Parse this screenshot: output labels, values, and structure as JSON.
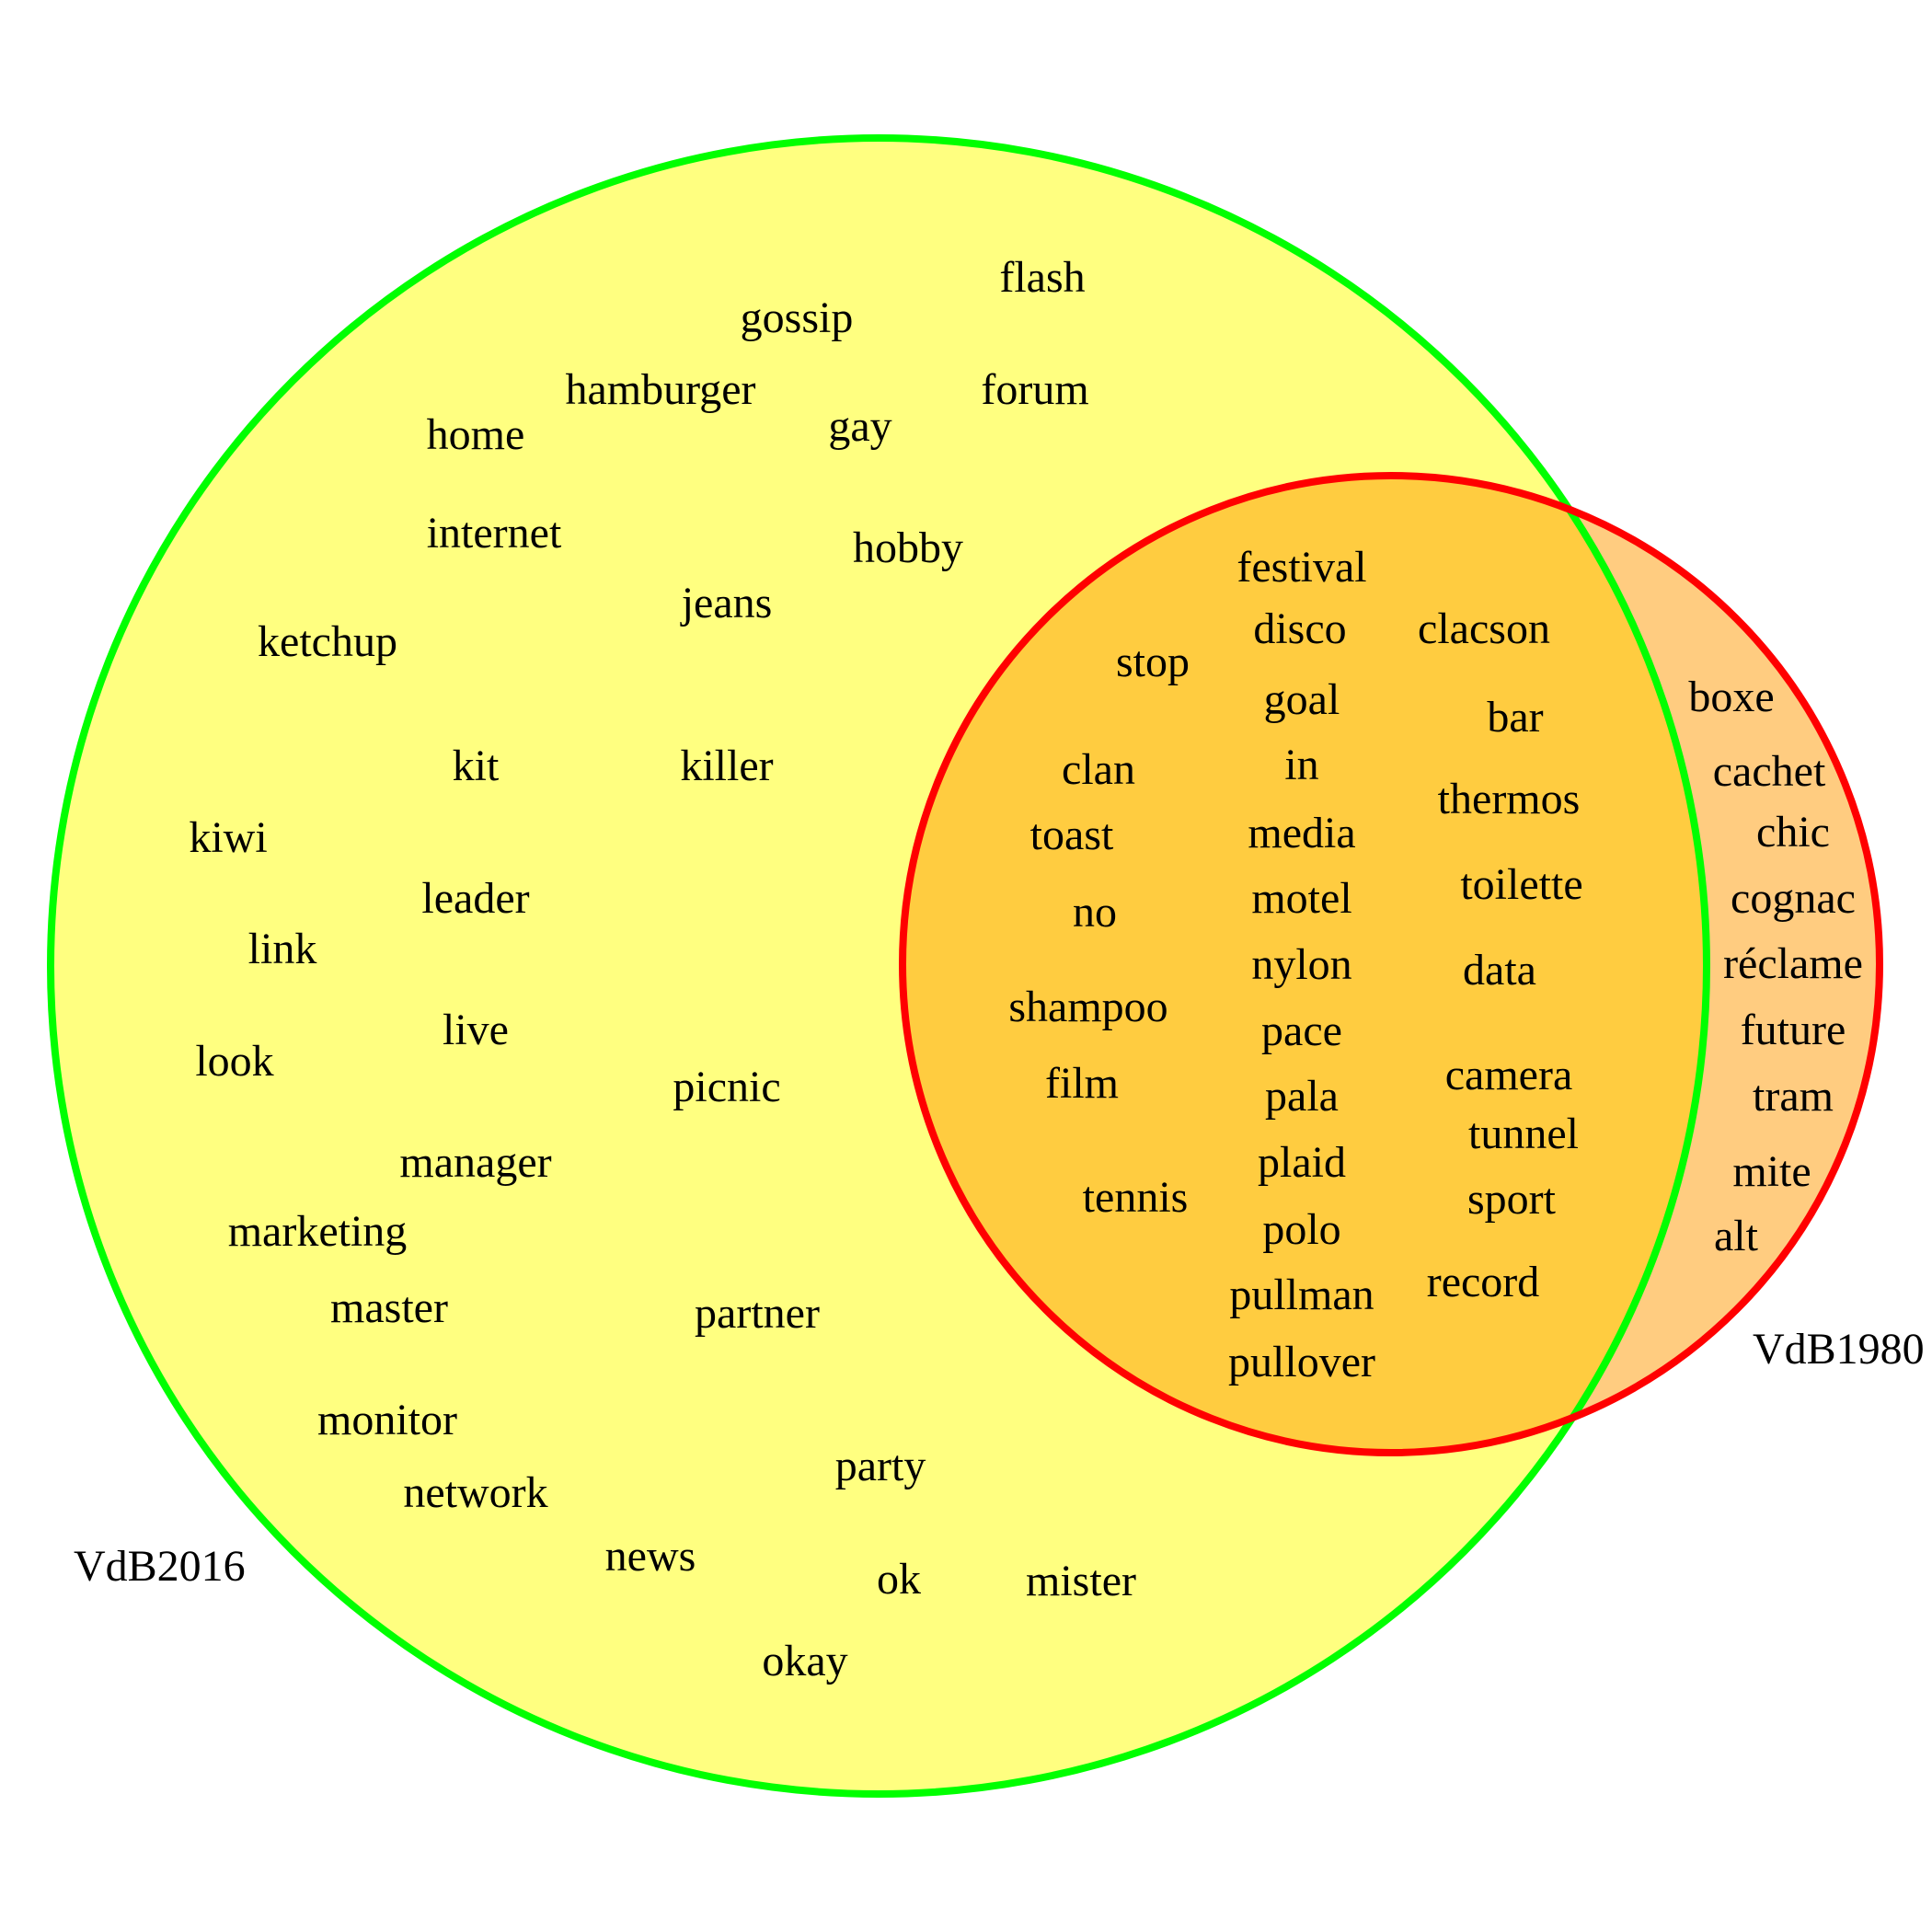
{
  "colors": {
    "set_a_fill": "#ffff80",
    "set_a_stroke": "#00ff00",
    "set_b_fill": "#ffcc80",
    "set_b_stroke": "#ff0000",
    "overlap_fill": "#ffcc40"
  },
  "sets": {
    "a": {
      "label": "VdB2016"
    },
    "b": {
      "label": "VdB1980"
    }
  },
  "regions": {
    "a_only": [
      "gossip",
      "flash",
      "hamburger",
      "forum",
      "home",
      "gay",
      "internet",
      "hobby",
      "jeans",
      "ketchup",
      "kit",
      "killer",
      "kiwi",
      "leader",
      "link",
      "live",
      "look",
      "picnic",
      "manager",
      "marketing",
      "master",
      "partner",
      "monitor",
      "party",
      "network",
      "news",
      "ok",
      "mister",
      "okay"
    ],
    "both": [
      "festival",
      "disco",
      "clacson",
      "stop",
      "goal",
      "bar",
      "clan",
      "in",
      "thermos",
      "toast",
      "media",
      "toilette",
      "no",
      "motel",
      "nylon",
      "data",
      "shampoo",
      "pace",
      "film",
      "pala",
      "camera",
      "tunnel",
      "plaid",
      "tennis",
      "sport",
      "polo",
      "pullman",
      "record",
      "pullover"
    ],
    "b_only": [
      "boxe",
      "cachet",
      "chic",
      "cognac",
      "réclame",
      "future",
      "tram",
      "mite",
      "alt"
    ]
  }
}
